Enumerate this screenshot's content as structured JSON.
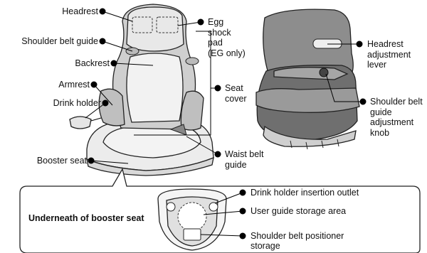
{
  "labels": {
    "headrest": "Headrest",
    "shoulder_belt_guide": "Shoulder belt guide",
    "backrest": "Backrest",
    "armrest": "Armrest",
    "drink_holder": "Drink holder",
    "booster_seat": "Booster seat",
    "egg_shock_pad": "Egg\nshock\npad\n(EG only)",
    "seat_cover": "Seat\ncover",
    "waist_belt_guide": "Waist belt\nguide",
    "headrest_adjustment_lever": "Headrest\nadjustment\nlever",
    "shoulder_belt_guide_adjustment_knob": "Shoulder belt\nguide\nadjustment\nknob"
  },
  "underneath": {
    "title": "Underneath of booster seat",
    "drink_holder_insertion_outlet": "Drink holder insertion outlet",
    "user_guide_storage_area": "User guide storage area",
    "shoulder_belt_positioner_storage": "Shoulder belt positioner\nstorage"
  }
}
